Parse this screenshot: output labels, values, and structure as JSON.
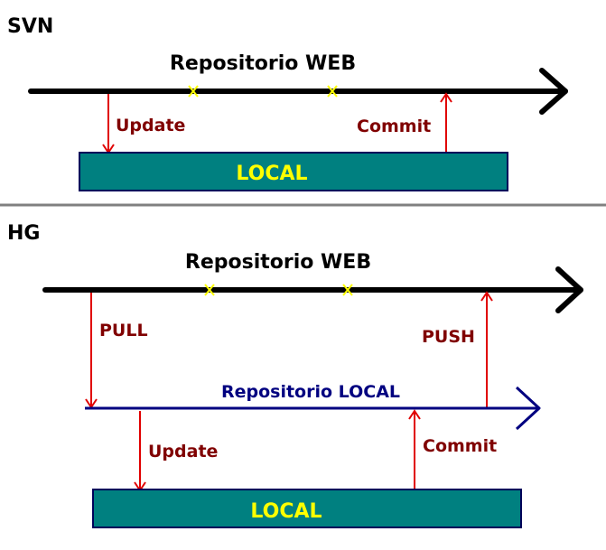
{
  "svn": {
    "section_label": "SVN",
    "repo_label": "Repositorio WEB",
    "update_label": "Update",
    "commit_label": "Commit",
    "local_label": "LOCAL"
  },
  "hg": {
    "section_label": "HG",
    "repo_web_label": "Repositorio WEB",
    "pull_label": "PULL",
    "push_label": "PUSH",
    "repo_local_label": "Repositorio LOCAL",
    "update_label": "Update",
    "commit_label": "Commit",
    "local_label": "LOCAL"
  },
  "colors": {
    "timeline": "#000000",
    "arrow": "#e00000",
    "label": "#800000",
    "local_box_fill": "#008080",
    "local_box_border": "#00005a",
    "local_text": "#ffff00",
    "local_repo_line": "#000080",
    "marker": "#ffff00",
    "divider": "#808080"
  }
}
